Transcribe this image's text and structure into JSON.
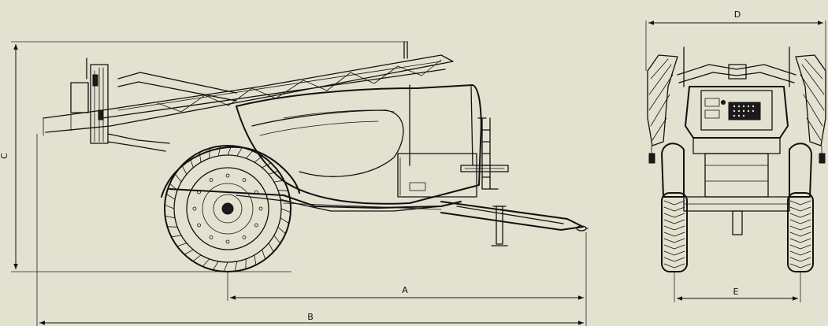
{
  "dimensions": {
    "a": "A",
    "b": "B",
    "c": "C",
    "d": "D",
    "e": "E"
  },
  "colors": {
    "background": "#e3e2d0",
    "ink": "#111111"
  }
}
